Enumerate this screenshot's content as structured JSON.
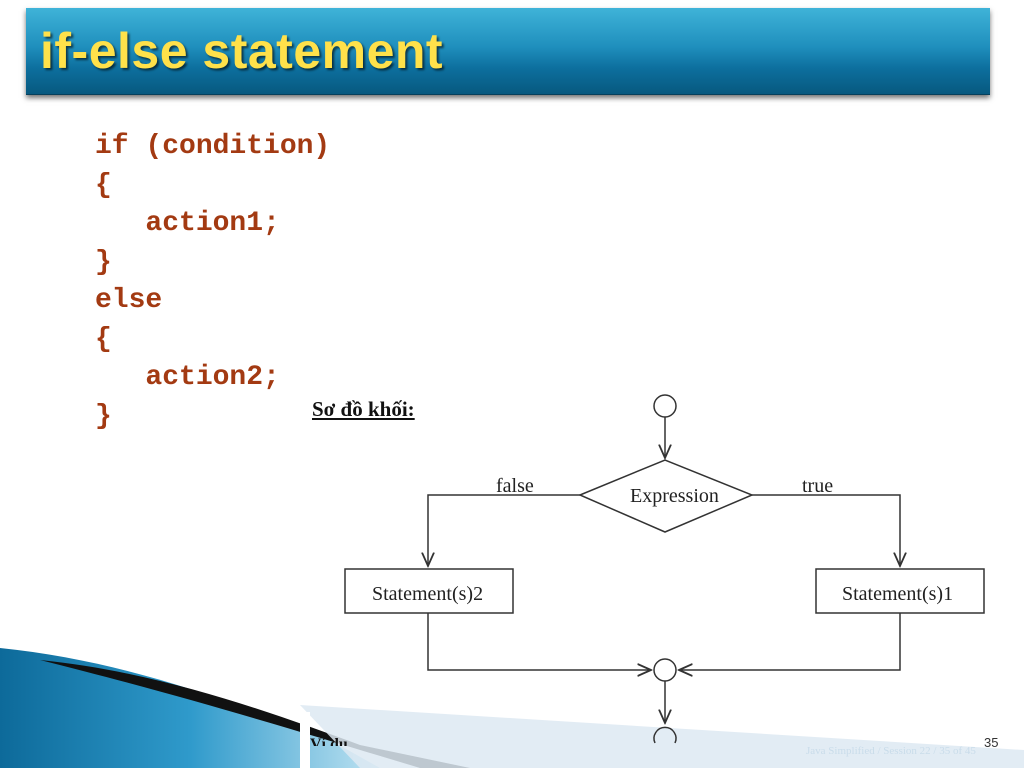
{
  "slide": {
    "title": "if-else statement",
    "code_lines": [
      "if (condition)",
      "{",
      "   action1;",
      "}",
      "else",
      "{",
      "   action2;",
      "}"
    ],
    "caption": "Sơ đồ khối:",
    "cut_text": "Ví dụ",
    "footer": "Java Simplified / Session 22 / 35 of 45",
    "page_number": "35"
  },
  "flowchart": {
    "decision_label": "Expression",
    "false_label": "false",
    "true_label": "true",
    "left_box_label": "Statement(s)2",
    "right_box_label": "Statement(s)1"
  },
  "colors": {
    "title_bar": "#1f8fbd",
    "title_text": "#ffe14a",
    "code_text": "#a33a12"
  }
}
